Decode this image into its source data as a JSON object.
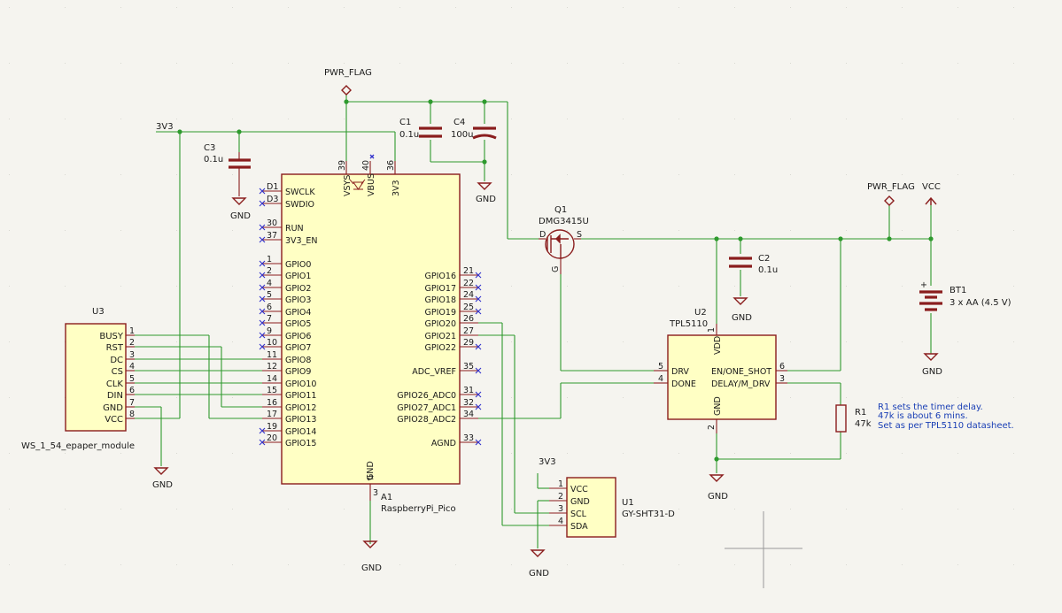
{
  "nets": {
    "v3": "3V3",
    "gnd": "GND",
    "vcc": "VCC",
    "pwr_flag": "PWR_FLAG"
  },
  "components": {
    "c1": {
      "ref": "C1",
      "value": "0.1u"
    },
    "c2": {
      "ref": "C2",
      "value": "0.1u"
    },
    "c3": {
      "ref": "C3",
      "value": "0.1u"
    },
    "c4": {
      "ref": "C4",
      "value": "100u"
    },
    "q1": {
      "ref": "Q1",
      "value": "DMG3415U",
      "d": "D",
      "s": "S",
      "g": "G"
    },
    "u2": {
      "ref": "U2",
      "value": "TPL5110"
    },
    "u1": {
      "ref": "U1",
      "value": "GY-SHT31-D"
    },
    "u3": {
      "ref": "U3",
      "value": "WS_1_54_epaper_module"
    },
    "a1": {
      "ref": "A1",
      "value": "RaspberryPi_Pico"
    },
    "r1": {
      "ref": "R1",
      "value": "47k"
    },
    "bt1": {
      "ref": "BT1",
      "value": "3 x AA (4.5 V)"
    }
  },
  "pico": {
    "top_pins": [
      {
        "num": "39",
        "name": "VSYS"
      },
      {
        "num": "40",
        "name": "VBUS"
      },
      {
        "num": "36",
        "name": "3V3"
      }
    ],
    "left_pins": [
      {
        "num": "D1",
        "name": "SWCLK"
      },
      {
        "num": "D3",
        "name": "SWDIO"
      },
      {
        "num": "30",
        "name": "RUN"
      },
      {
        "num": "37",
        "name": "3V3_EN"
      },
      {
        "num": "1",
        "name": "GPIO0"
      },
      {
        "num": "2",
        "name": "GPIO1"
      },
      {
        "num": "4",
        "name": "GPIO2"
      },
      {
        "num": "5",
        "name": "GPIO3"
      },
      {
        "num": "6",
        "name": "GPIO4"
      },
      {
        "num": "7",
        "name": "GPIO5"
      },
      {
        "num": "9",
        "name": "GPIO6"
      },
      {
        "num": "10",
        "name": "GPIO7"
      },
      {
        "num": "11",
        "name": "GPIO8"
      },
      {
        "num": "12",
        "name": "GPIO9"
      },
      {
        "num": "14",
        "name": "GPIO10"
      },
      {
        "num": "15",
        "name": "GPIO11"
      },
      {
        "num": "16",
        "name": "GPIO12"
      },
      {
        "num": "17",
        "name": "GPIO13"
      },
      {
        "num": "19",
        "name": "GPIO14"
      },
      {
        "num": "20",
        "name": "GPIO15"
      }
    ],
    "right_pins": [
      {
        "num": "21",
        "name": "GPIO16"
      },
      {
        "num": "22",
        "name": "GPIO17"
      },
      {
        "num": "24",
        "name": "GPIO18"
      },
      {
        "num": "25",
        "name": "GPIO19"
      },
      {
        "num": "26",
        "name": "GPIO20"
      },
      {
        "num": "27",
        "name": "GPIO21"
      },
      {
        "num": "29",
        "name": "GPIO22"
      },
      {
        "num": "35",
        "name": "ADC_VREF"
      },
      {
        "num": "31",
        "name": "GPIO26_ADC0"
      },
      {
        "num": "32",
        "name": "GPIO27_ADC1"
      },
      {
        "num": "34",
        "name": "GPIO28_ADC2"
      },
      {
        "num": "33",
        "name": "AGND"
      }
    ],
    "bottom_pin": {
      "num": "3",
      "name": "GND"
    }
  },
  "u3_pins": [
    {
      "num": "1",
      "name": "BUSY"
    },
    {
      "num": "2",
      "name": "RST"
    },
    {
      "num": "3",
      "name": "DC"
    },
    {
      "num": "4",
      "name": "CS"
    },
    {
      "num": "5",
      "name": "CLK"
    },
    {
      "num": "6",
      "name": "DIN"
    },
    {
      "num": "7",
      "name": "GND"
    },
    {
      "num": "8",
      "name": "VCC"
    }
  ],
  "u1_pins": [
    {
      "num": "1",
      "name": "VCC"
    },
    {
      "num": "2",
      "name": "GND"
    },
    {
      "num": "3",
      "name": "SCL"
    },
    {
      "num": "4",
      "name": "SDA"
    }
  ],
  "u2_pins": {
    "drv": {
      "num": "5",
      "name": "DRV"
    },
    "done": {
      "num": "4",
      "name": "DONE"
    },
    "en": {
      "num": "6",
      "name": "EN/ONE_SHOT"
    },
    "delay": {
      "num": "3",
      "name": "DELAY/M_DRV"
    },
    "vdd": {
      "num": "1",
      "name": "VDD"
    },
    "gnd": {
      "num": "2",
      "name": "GND"
    }
  },
  "note_lines": [
    "R1 sets the timer delay.",
    "47k is about 6 mins.",
    "Set as per TPL5110 datasheet."
  ]
}
